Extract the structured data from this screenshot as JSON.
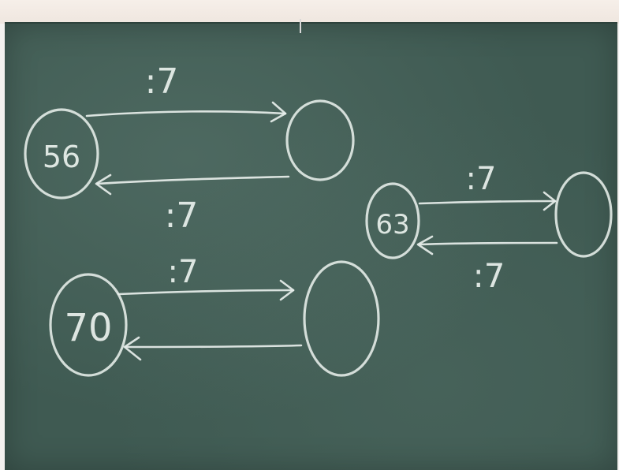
{
  "diagrams": [
    {
      "start": "56",
      "forward": ":7",
      "backward": ":7"
    },
    {
      "start": "63",
      "forward": ":7",
      "backward": ":7"
    },
    {
      "start": "70",
      "forward": ":7"
    }
  ],
  "colors": {
    "board": "#3f5a52",
    "chalk": "#e7eeea"
  }
}
